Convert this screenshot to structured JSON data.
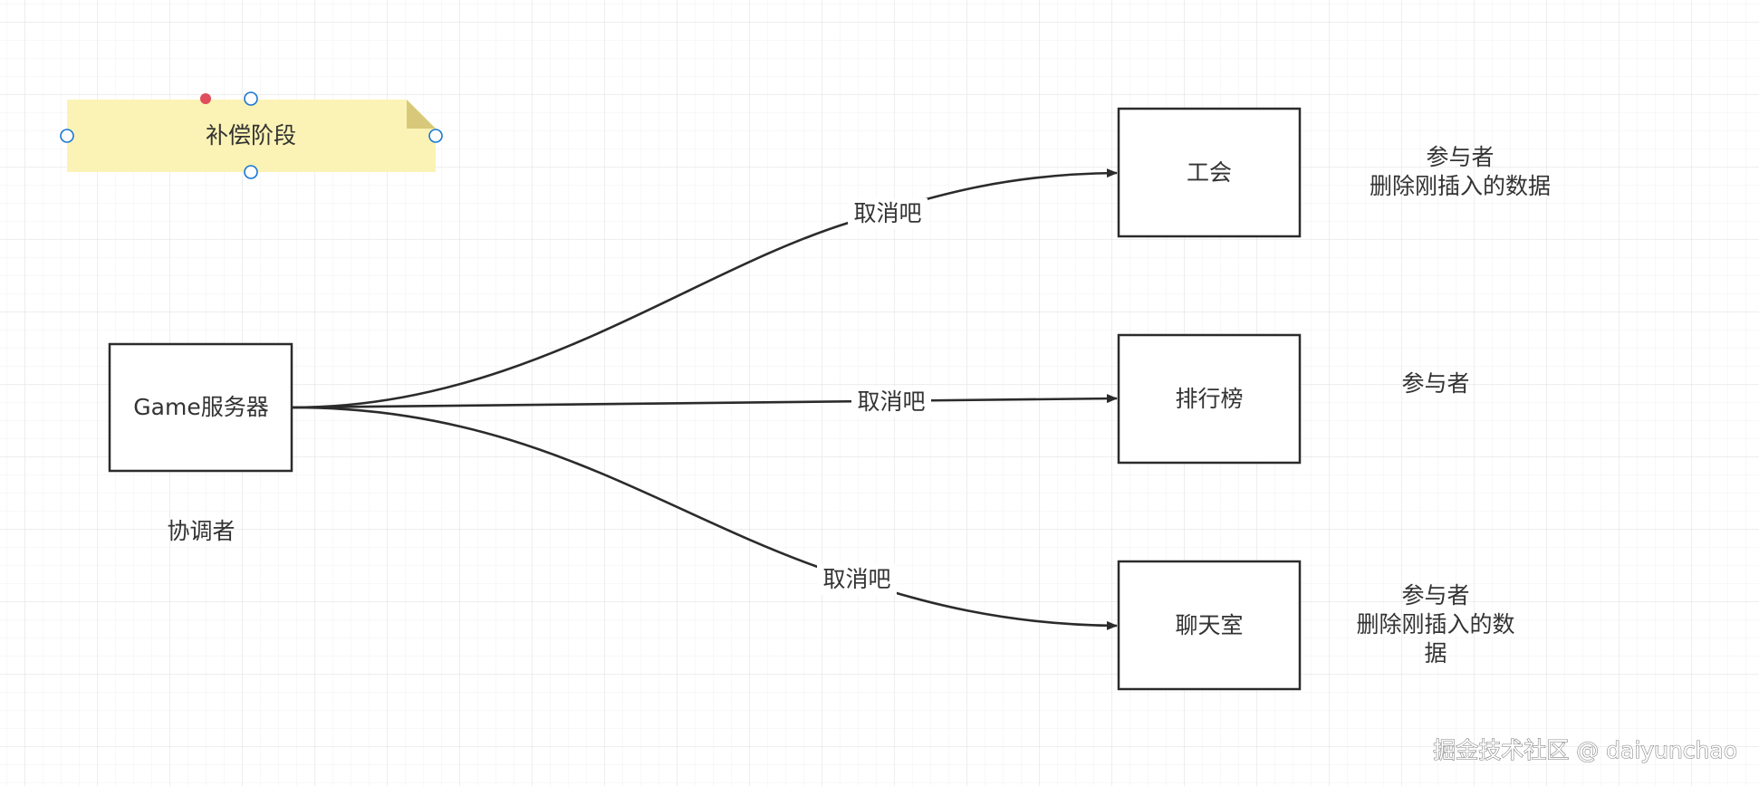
{
  "note": {
    "label": "补偿阶段",
    "fill_color": "#fbf3b5",
    "fold_color": "#d8c97a",
    "handle_color": "#1976d2",
    "rotate_handle_color": "#e04d5b"
  },
  "nodes": {
    "coordinator": {
      "label": "Game服务器",
      "caption": "协调者"
    },
    "guild": {
      "label": "工会"
    },
    "leaderboard": {
      "label": "排行榜"
    },
    "chatroom": {
      "label": "聊天室"
    }
  },
  "edges": {
    "to_guild": {
      "label": "取消吧"
    },
    "to_leaderboard": {
      "label": "取消吧"
    },
    "to_chatroom": {
      "label": "取消吧"
    }
  },
  "annotations": {
    "guild": {
      "line1": "参与者",
      "line2": "删除刚插入的数据"
    },
    "leaderboard": {
      "line1": "参与者"
    },
    "chatroom": {
      "line1": "参与者",
      "line2": "删除刚插入的数",
      "line3": "据"
    }
  },
  "watermark": "掘金技术社区 @ daiyunchao",
  "colors": {
    "grid_minor": "#f0f0f0",
    "grid_major": "#e3e3e3",
    "stroke": "#2b2b2b"
  }
}
